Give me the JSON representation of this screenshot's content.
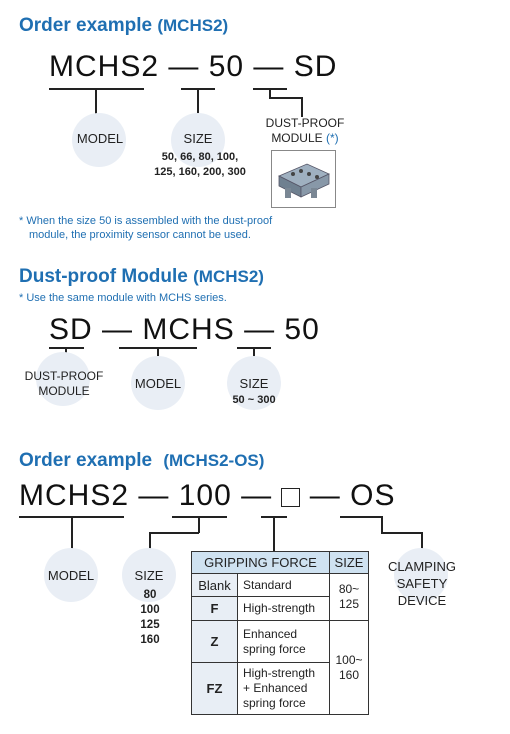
{
  "section1": {
    "title": "Order example",
    "title_paren": "(MCHS2)",
    "code_parts": [
      "MCHS2",
      "—",
      "50",
      "—",
      "SD"
    ],
    "model_label": "MODEL",
    "size_label": "SIZE",
    "size_values_line1": "50, 66, 80, 100,",
    "size_values_line2": "125, 160, 200, 300",
    "dust_label_line1": "DUST-PROOF",
    "dust_label_line2": "MODULE",
    "dust_label_star": "(*)",
    "note_line1": "* When the size 50 is assembled with the dust-proof",
    "note_line2": "module, the proximity sensor cannot be used."
  },
  "section2": {
    "title": "Dust-proof Module",
    "title_paren": "(MCHS2)",
    "note": "* Use the same module with MCHS series.",
    "code_parts": [
      "SD",
      "—",
      "MCHS",
      "—",
      "50"
    ],
    "dust_label_line1": "DUST-PROOF",
    "dust_label_line2": "MODULE",
    "model_label": "MODEL",
    "size_label": "SIZE",
    "size_range": "50 ~ 300"
  },
  "section3": {
    "title": "Order example",
    "title_paren": "(MCHS2-OS)",
    "code_parts": [
      "MCHS2",
      "—",
      "100",
      "—",
      "—",
      "OS"
    ],
    "model_label": "MODEL",
    "size_label": "SIZE",
    "sizes": [
      "80",
      "100",
      "125",
      "160"
    ],
    "clamp_line1": "CLAMPING",
    "clamp_line2": "SAFETY",
    "clamp_line3": "DEVICE",
    "table": {
      "header_force": "GRIPPING FORCE",
      "header_size": "SIZE",
      "rows": [
        {
          "code": "Blank",
          "desc": "Standard"
        },
        {
          "code": "F",
          "desc": "High-strength"
        },
        {
          "code": "Z",
          "desc_line1": "Enhanced",
          "desc_line2": "spring force"
        },
        {
          "code": "FZ",
          "desc_line1": "High-strength",
          "desc_line2": "+ Enhanced",
          "desc_line3": "spring force"
        }
      ],
      "size_group1_line1": "80~",
      "size_group1_line2": "125",
      "size_group2_line1": "100~",
      "size_group2_line2": "160"
    }
  },
  "colors": {
    "accent": "#1f6fb2",
    "circle": "#e9eef5",
    "table_header": "#cfe2f1"
  },
  "icons": {
    "module_image": "dust-proof-module-image"
  }
}
